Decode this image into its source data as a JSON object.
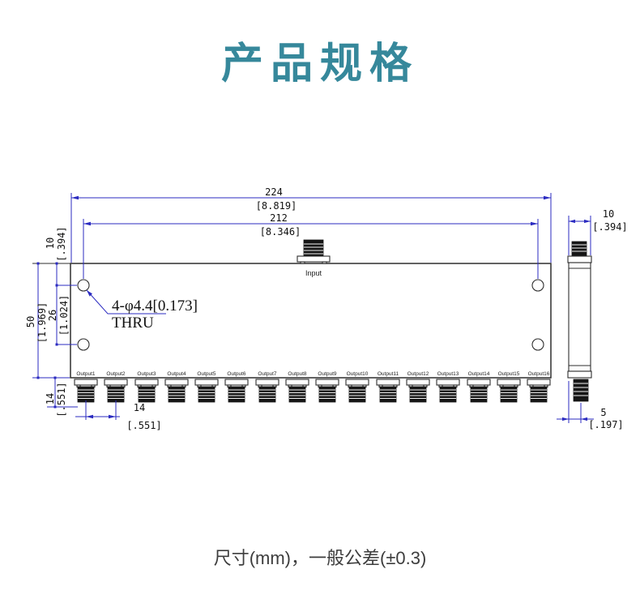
{
  "title": "产品规格",
  "accent_color": "#36889b",
  "dim_color": "#2b2bc0",
  "footer": {
    "note": "尺寸(mm)，一般公差(±0.3)"
  },
  "drawing": {
    "front_view": {
      "overall_width": {
        "mm": "224",
        "inch": "[8.819]"
      },
      "hole_spacing_x": {
        "mm": "212",
        "inch": "[8.346]"
      },
      "hole_offset_top": {
        "mm": "10",
        "inch": "[.394]"
      },
      "hole_spacing_y": {
        "mm": "26",
        "inch": "[1.024]"
      },
      "overall_height": {
        "mm": "50",
        "inch": "[1.969]"
      },
      "connector_height": {
        "mm": "14",
        "inch": "[.551]"
      },
      "connector_pitch": {
        "mm": "14",
        "inch": "[.551]"
      },
      "hole_note_line1": "4-φ4.4[0.173]",
      "hole_note_line2": "THRU",
      "input_label": "Input",
      "output_labels": [
        "Output1",
        "Output2",
        "Output3",
        "Output4",
        "Output5",
        "Output6",
        "Output7",
        "Output8",
        "Output9",
        "Output10",
        "Output11",
        "Output12",
        "Output13",
        "Output14",
        "Output15",
        "Output16"
      ]
    },
    "side_view": {
      "thickness": {
        "mm": "10",
        "inch": "[.394]"
      },
      "connector_offset": {
        "mm": "5",
        "inch": "[.197]"
      }
    }
  }
}
